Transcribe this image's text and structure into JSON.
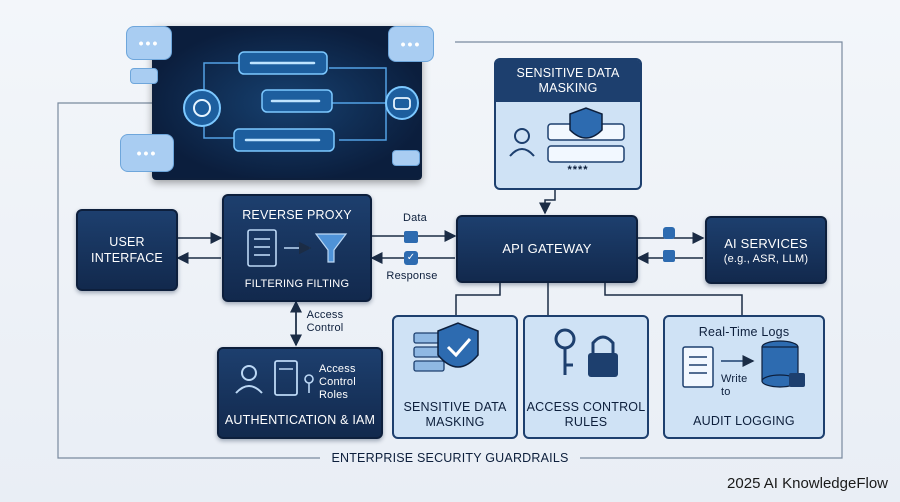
{
  "nodes": {
    "user_interface": "USER\nINTERFACE",
    "reverse_proxy": "REVERSE PROXY",
    "reverse_proxy_sub": "FILTERING FILTING",
    "api_gateway": "API GATEWAY",
    "ai_services": "AI SERVICES",
    "ai_services_sub": "(e.g., ASR, LLM)",
    "sensitive_top": "SENSITIVE DATA\nMASKING",
    "sensitive_top_mask": "****",
    "auth_iam": "AUTHENTICATION & IAM",
    "auth_roles": "Access\nControl\nRoles",
    "sensitive_bottom": "SENSITIVE DATA\nMASKING",
    "access_control_rules": "ACCESS CONTROL\nRULES",
    "realtime_logs": "Real-Time Logs",
    "write_to": "Write\nto",
    "audit_logging": "AUDIT LOGGING"
  },
  "edges": {
    "data": "Data",
    "response": "Response",
    "access_control": "Access\nControl"
  },
  "footer": {
    "guardrails": "ENTERPRISE SECURITY GUARDRAILS",
    "brand": "2025 AI KnowledgeFlow"
  },
  "chat": {
    "dots": "•••"
  },
  "colors": {
    "dark_node": "#1d3f6e",
    "light_node": "#cfe2f5",
    "background": "#eef2f7",
    "chat_panel": "#0b1e3d"
  }
}
